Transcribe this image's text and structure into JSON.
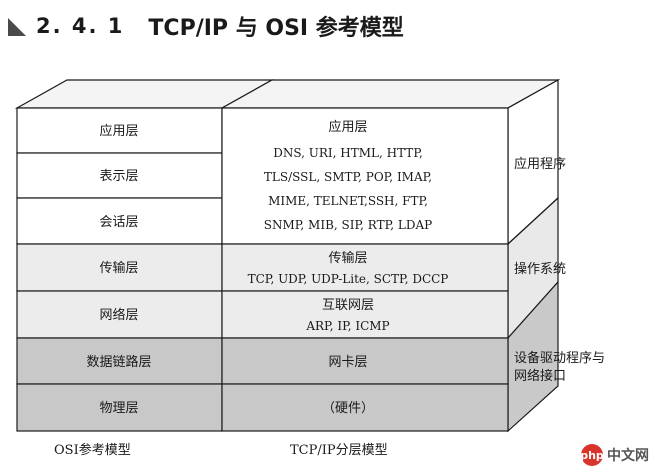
{
  "section": {
    "number": "2. 4. 1",
    "title": "TCP/IP 与 OSI 参考模型"
  },
  "osi": {
    "layers": [
      "应用层",
      "表示层",
      "会话层",
      "传输层",
      "网络层",
      "数据链路层",
      "物理层"
    ],
    "caption": "OSI参考模型"
  },
  "tcpip": {
    "app": {
      "title": "应用层",
      "protocols": [
        "DNS, URI, HTML, HTTP,",
        "TLS/SSL, SMTP, POP, IMAP,",
        "MIME, TELNET,SSH, FTP,",
        "SNMP, MIB, SIP, RTP, LDAP"
      ]
    },
    "transport": {
      "title": "传输层",
      "protocols": "TCP, UDP, UDP-Lite, SCTP, DCCP"
    },
    "internet": {
      "title": "互联网层",
      "protocols": "ARP, IP, ICMP"
    },
    "link": {
      "title": "网卡层"
    },
    "hardware": {
      "title": "（硬件）"
    },
    "caption": "TCP/IP分层模型"
  },
  "side": {
    "apps": "应用程序",
    "os": "操作系统",
    "driver_line1": "设备驱动程序与",
    "driver_line2": "网络接口"
  },
  "colors": {
    "shade_gray": "#c8c8c8",
    "light_gray": "#ececec",
    "white": "#ffffff",
    "line": "#1a1a1a",
    "watermark": "#d9342b"
  },
  "watermark": {
    "badge": "php",
    "text": "中文网"
  }
}
